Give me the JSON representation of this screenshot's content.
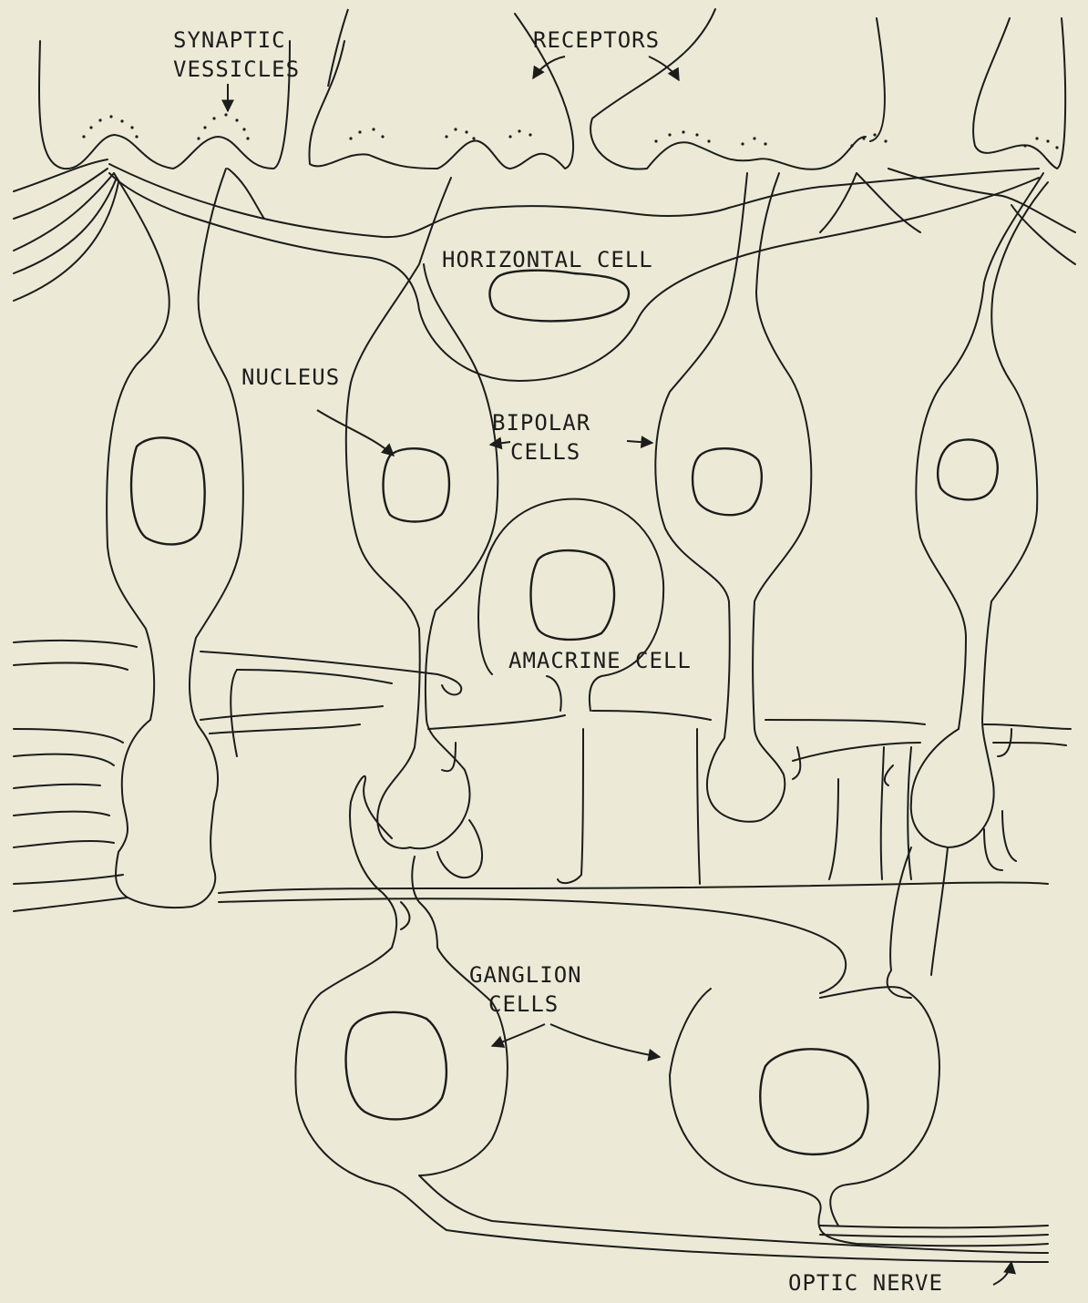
{
  "colors": {
    "background": "#ecead6",
    "ink": "#1c1c1c"
  },
  "labels": {
    "synaptic_vessicles_1": "SYNAPTIC",
    "synaptic_vessicles_2": "VESSICLES",
    "receptors": "RECEPTORS",
    "horizontal_cell": "HORIZONTAL CELL",
    "nucleus": "NUCLEUS",
    "bipolar_cells_1": "BIPOLAR",
    "bipolar_cells_2": "CELLS",
    "amacrine_cell": "AMACRINE CELL",
    "ganglion_cells_1": "GANGLION",
    "ganglion_cells_2": "CELLS",
    "optic_nerve": "OPTIC NERVE"
  }
}
